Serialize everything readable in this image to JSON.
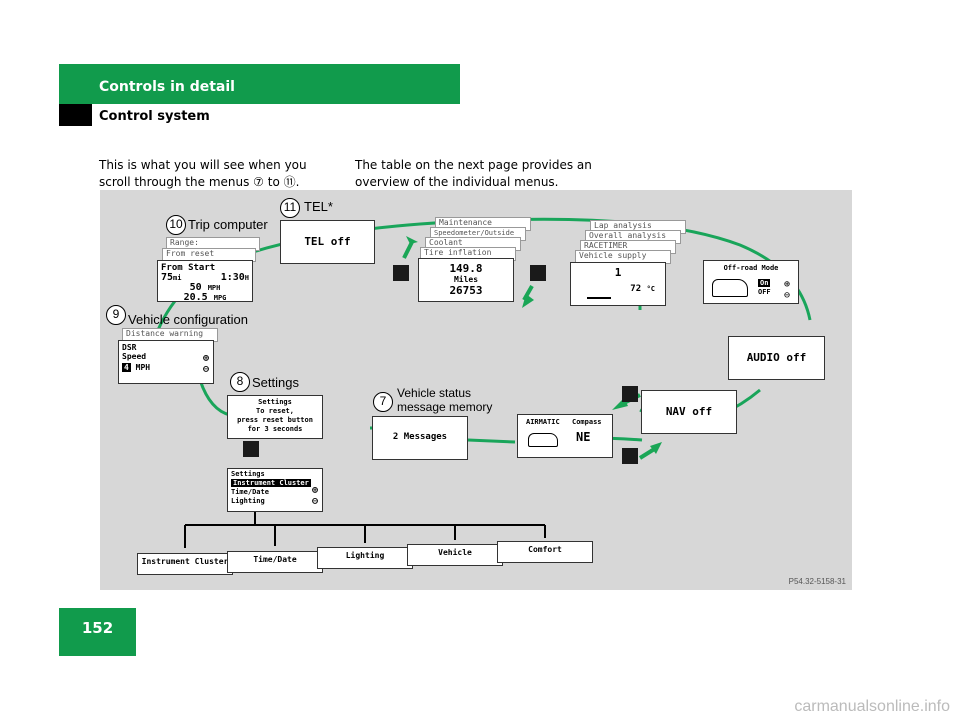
{
  "header": {
    "section": "Controls in detail",
    "subsection": "Control system"
  },
  "page_number": "152",
  "intro": {
    "left": "This is what you will see when you scroll through the menus ⑦ to ⑪.",
    "right": "The table on the next page provides an overview of the individual menus."
  },
  "diagram": {
    "code": "P54.32-5158-31",
    "menus": {
      "trip_computer": {
        "number": "10",
        "label": "Trip computer",
        "card_range": "Range:",
        "card_reset": "From reset",
        "screen_title": "From Start",
        "distance": "75",
        "distance_unit": "mi",
        "time": "1:30",
        "time_unit": "H",
        "speed": "50",
        "speed_unit": "MPH",
        "economy": "20.5",
        "economy_unit": "MPG"
      },
      "tel": {
        "number": "11",
        "label": "TEL*",
        "screen": "TEL off"
      },
      "vehicle_config": {
        "number": "9",
        "label": "Vehicle configuration",
        "card": "Distance warning function*",
        "l1": "DSR",
        "l2": "Speed",
        "val": "4",
        "unit": "MPH"
      },
      "settings": {
        "number": "8",
        "label": "Settings",
        "screen_lines": [
          "Settings",
          "To reset,",
          "press reset button",
          "for 3 seconds"
        ]
      },
      "settings_menu": {
        "title": "Settings",
        "items": [
          "Instrument Cluster",
          "Time/Date",
          "Lighting"
        ]
      },
      "vehicle_status": {
        "number": "7",
        "label_line1": "Vehicle status",
        "label_line2": "message memory",
        "screen": "2 Messages"
      },
      "maintenance": {
        "cards": [
          "Maintenance service indicator",
          "Speedometer/Outside temperature",
          "Coolant temperature",
          "Tire inflation pressure"
        ],
        "value": "149.8",
        "unit": "Miles",
        "odometer": "26753"
      },
      "lap": {
        "cards": [
          "Lap analysis",
          "Overall analysis",
          "RACETIMER",
          "Vehicle supply voltage"
        ],
        "value": "1",
        "temp": "72",
        "temp_unit": "°C"
      },
      "offroad": {
        "title": "Off-road Mode",
        "on": "On",
        "off": "OFF"
      },
      "audio": {
        "screen": "AUDIO off"
      },
      "nav": {
        "screen": "NAV off"
      },
      "airmatic": {
        "left": "AIRMATIC",
        "right": "Compass",
        "heading": "NE"
      },
      "tabs": [
        "Instrument Cluster",
        "Time/Date",
        "Lighting",
        "Vehicle",
        "Comfort"
      ]
    },
    "colors": {
      "arrow_green": "#1aa656",
      "loop_green": "#19a55a",
      "diagram_bg": "#d7d7d7"
    }
  },
  "watermark": "carmanualsonline.info"
}
